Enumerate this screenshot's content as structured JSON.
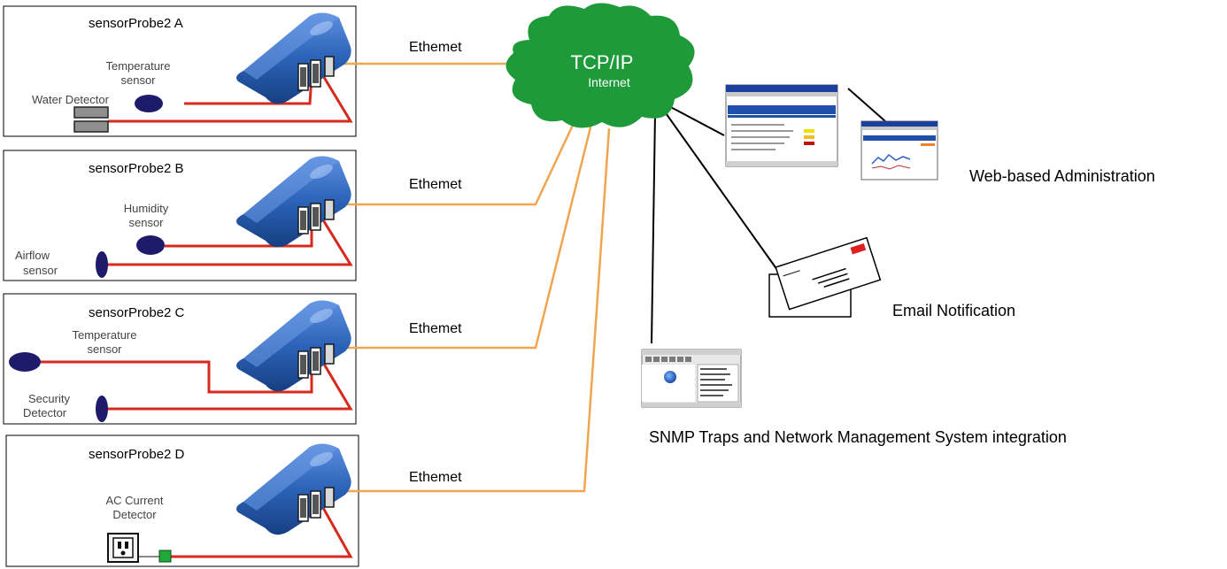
{
  "probes": [
    {
      "title": "sensorProbe2 A",
      "sensors": [
        {
          "label_lines": [
            "Temperature",
            "sensor"
          ],
          "icon": "temperature-sensor-icon"
        },
        {
          "label_lines": [
            "Water Detector"
          ],
          "icon": "water-detector-icon"
        }
      ],
      "link_label": "Ethemet"
    },
    {
      "title": "sensorProbe2 B",
      "sensors": [
        {
          "label_lines": [
            "Humidity",
            "sensor"
          ],
          "icon": "humidity-sensor-icon"
        },
        {
          "label_lines": [
            "Airflow",
            "sensor"
          ],
          "icon": "airflow-sensor-icon"
        }
      ],
      "link_label": "Ethemet"
    },
    {
      "title": "sensorProbe2 C",
      "sensors": [
        {
          "label_lines": [
            "Temperature",
            "sensor"
          ],
          "icon": "temperature-sensor-icon"
        },
        {
          "label_lines": [
            "Security",
            "Detector"
          ],
          "icon": "security-detector-icon"
        }
      ],
      "link_label": "Ethemet"
    },
    {
      "title": "sensorProbe2 D",
      "sensors": [
        {
          "label_lines": [
            "AC Current",
            "Detector"
          ],
          "icon": "ac-outlet-icon"
        }
      ],
      "link_label": "Ethemet"
    }
  ],
  "cloud": {
    "title": "TCP/IP",
    "subtitle": "Internet"
  },
  "outputs": {
    "web": "Web-based Administration",
    "email": "Email Notification",
    "snmp": "SNMP Traps and Network Management System integration"
  },
  "colors": {
    "cloud": "#1f9a3a",
    "ethernet_line": "#f0a550",
    "sensor_cable": "#d62a1e",
    "device_body": "#2b63b8",
    "sensor_head": "#1e1b6b",
    "box_border": "#000000"
  }
}
